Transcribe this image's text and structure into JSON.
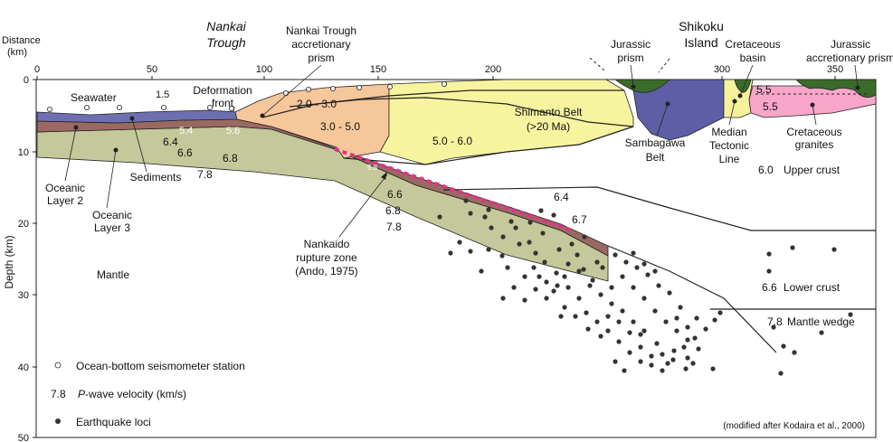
{
  "axes": {
    "distance_label_1": "Distance",
    "distance_label_2": "(km)",
    "depth_label": "Depth (km)",
    "x_ticks": [
      "0",
      "50",
      "100",
      "150",
      "200",
      "300",
      "350"
    ],
    "y_ticks": [
      "0",
      "10",
      "20",
      "30",
      "40",
      "50"
    ]
  },
  "titles": {
    "nankai_1": "Nankai",
    "nankai_2": "Trough",
    "accr_1": "Nankai Trough",
    "accr_2": "accretionary",
    "accr_3": "prism",
    "shikoku_1": "Shikoku",
    "shikoku_2": "Island",
    "jur_prism_1": "Jurassic",
    "jur_prism_2": "prism",
    "cret_basin_1": "Cretaceous",
    "cret_basin_2": "basin",
    "jur_accr_1": "Jurassic",
    "jur_accr_2": "accretionary prism"
  },
  "labels": {
    "seawater": "Seawater",
    "deformation_1": "Deformation",
    "deformation_2": "front",
    "oceanic2_1": "Oceanic",
    "oceanic2_2": "Layer 2",
    "sediments": "Sediments",
    "oceanic3_1": "Oceanic",
    "oceanic3_2": "Layer 3",
    "mantle": "Mantle",
    "shimanto_1": "Shimanto Belt",
    "shimanto_2": "(>20 Ma)",
    "sambagawa_1": "Sambagawa",
    "sambagawa_2": "Belt",
    "mtl_1": "Median",
    "mtl_2": "Tectonic",
    "mtl_3": "Line",
    "cret_gran_1": "Cretaceous",
    "cret_gran_2": "granites",
    "upper_crust": "Upper crust",
    "lower_crust": "Lower crust",
    "mantle_wedge": "Mantle wedge",
    "rupture_1": "Nankaido",
    "rupture_2": "rupture zone",
    "rupture_3": "(Ando, 1975)"
  },
  "velocities": {
    "v_1_5": "1.5",
    "v_2_3": "2.0 - 3.0",
    "v_3_5": "3.0 - 5.0",
    "v_5_6": "5.0 - 6.0",
    "v_5_4": "5.4",
    "v_5_6b": "5.6",
    "v_6_4a": "6.4",
    "v_6_6a": "6.6",
    "v_6_8a": "6.8",
    "v_7_8a": "7.8",
    "v_5_8": "5.8",
    "v_6_6b": "6.6",
    "v_6_8b": "6.8",
    "v_7_8b": "7.8",
    "v_6_4b": "6.4",
    "v_6_7": "6.7",
    "v_6_0": "6.0",
    "v_6_6c": "6.6",
    "v_7_8c": "7.8",
    "v_5_5a": "5.5",
    "v_5_5b": "5.5"
  },
  "legend": {
    "obs": "Ocean-bottom seismometer station",
    "vel_num": "7.8",
    "vel_p": "P",
    "vel_rest": "-wave velocity (km/s)",
    "eq": "Earthquake loci",
    "credit": "(modified after Kodaira et al., 2000)"
  },
  "colors": {
    "seawater": "#6e6fb0",
    "layer2": "#9a6a62",
    "layer3": "#c5c89a",
    "accretionary": "#f6c79a",
    "shimanto": "#f7f4a0",
    "sambagawa": "#5d5ea6",
    "jurassic": "#3b6b2a",
    "cretaceous_granite": "#f7a6c9",
    "cretaceous_basin": "#f6f29c",
    "rupture": "#e0338a"
  }
}
